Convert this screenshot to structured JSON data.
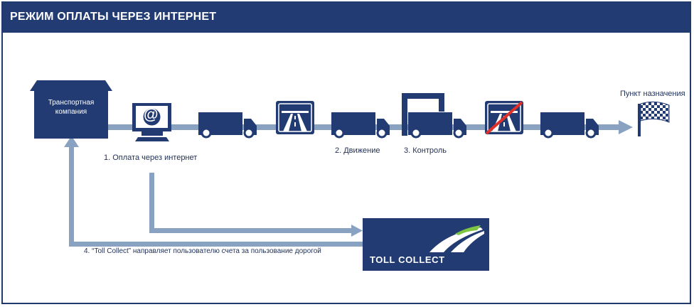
{
  "header": {
    "title": "РЕЖИМ ОПЛАТЫ ЧЕРЕЗ ИНТЕРНЕТ"
  },
  "nodes": {
    "company": "Транспортная компания",
    "destination": "Пункт назначения",
    "toll_collect": "TOLL COLLECT",
    "internet_symbol": "@"
  },
  "steps": {
    "step1": "1. Оплата через интернет",
    "step2": "2. Движение",
    "step3": "3. Контроль",
    "step4": "4. “Toll Collect” направляет пользователю счета за пользование дорогой"
  },
  "colors": {
    "navy": "#223b72",
    "arrow": "#8aa2c2",
    "forbidden": "#e0302a"
  },
  "icons": [
    "house-icon",
    "computer-icon",
    "truck-icon",
    "motorway-icon",
    "toll-gantry-icon",
    "motorway-end-icon",
    "finish-flag-icon",
    "toll-collect-logo"
  ]
}
